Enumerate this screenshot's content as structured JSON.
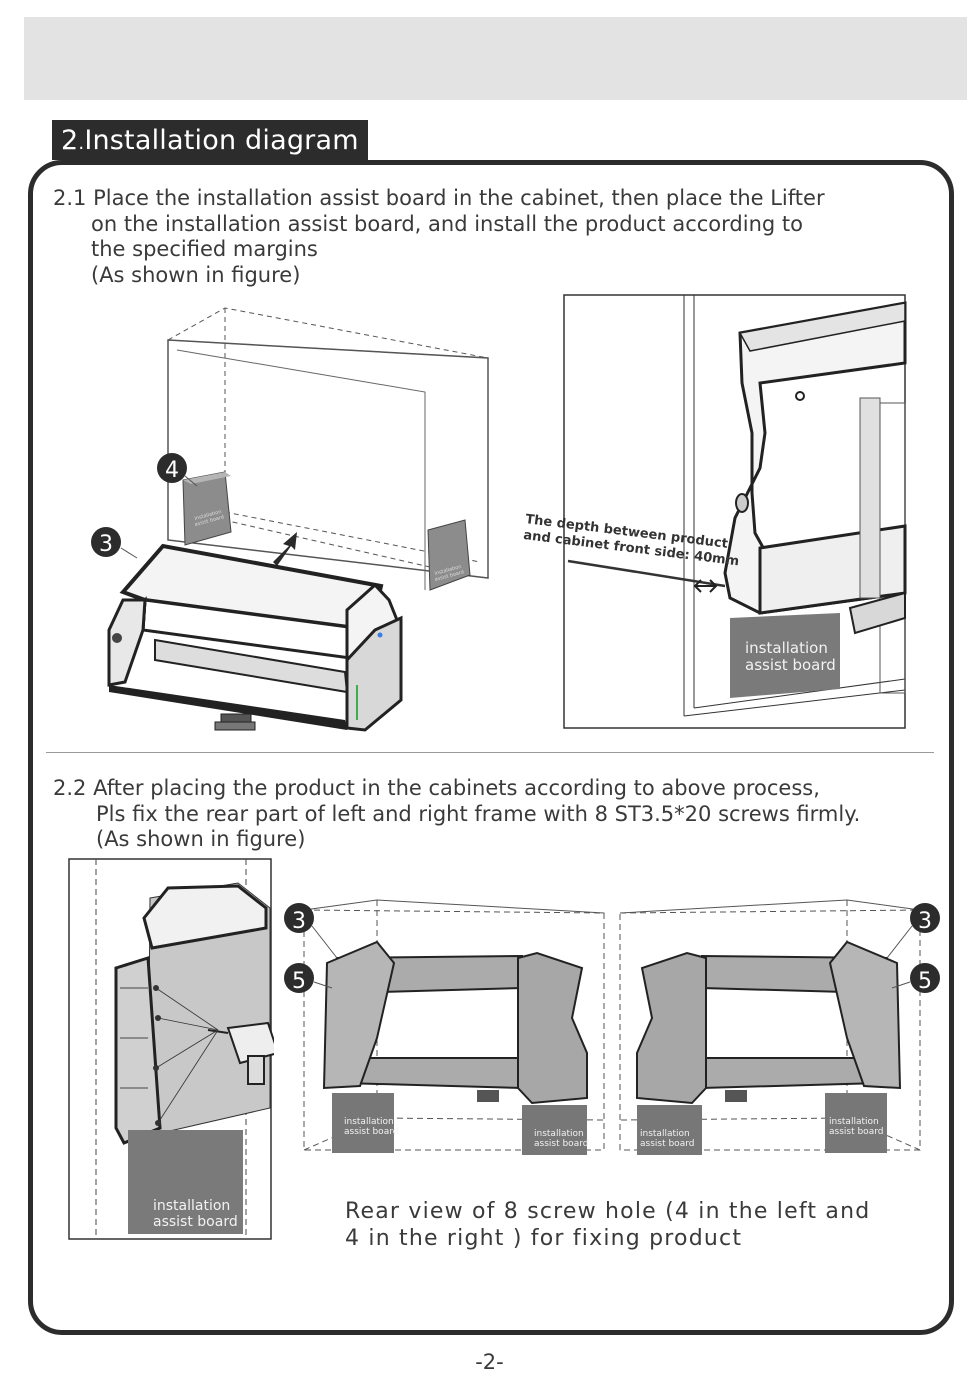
{
  "section": {
    "number": "2",
    "title": "Installation diagram"
  },
  "step_2_1": {
    "number": "2.1",
    "lines": [
      "Place the installation assist board in the cabinet, then place the Lifter",
      "on the installation assist board, and install the product according to",
      "the specified margins",
      "(As shown in figure)"
    ]
  },
  "figure1": {
    "callouts": [
      "4",
      "3"
    ],
    "board_label": [
      "installation",
      "assist board"
    ]
  },
  "figure2": {
    "depth_note": [
      "The depth between product",
      "and cabinet front side: 40mm"
    ],
    "board_label": [
      "installation",
      "assist board"
    ]
  },
  "step_2_2": {
    "number": "2.2",
    "lines": [
      "After placing the product in the cabinets according to above process,",
      "Pls fix the rear part of left and right frame with 8 ST3.5*20 screws firmly.",
      "(As shown in figure)"
    ]
  },
  "figure3": {
    "board_label": [
      "installation",
      "assist board"
    ]
  },
  "figure4": {
    "callouts": [
      "3",
      "5"
    ],
    "board_label": [
      "installation",
      "assist board"
    ]
  },
  "figure5": {
    "callouts": [
      "3",
      "5"
    ],
    "board_label": [
      "installation",
      "assist board"
    ]
  },
  "caption": [
    "Rear view of 8 screw hole (4 in the left and",
    "4 in the right ) for fixing product"
  ],
  "page_number": "-2-"
}
